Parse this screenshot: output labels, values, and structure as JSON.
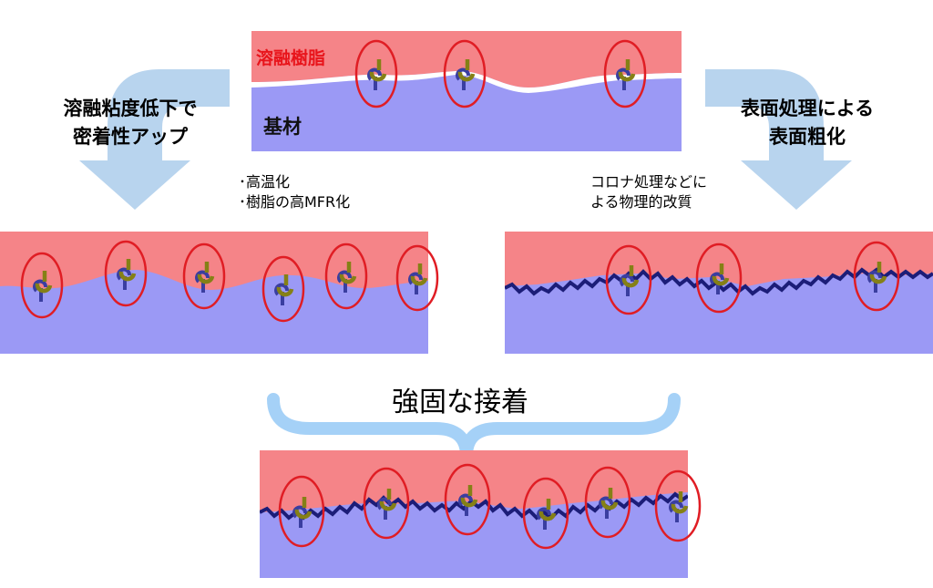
{
  "labels": {
    "resin": "溶融樹脂",
    "substrate": "基材",
    "left_arrow_line1": "溶融粘度低下で",
    "left_arrow_line2": "密着性アップ",
    "right_arrow_line1": "表面処理による",
    "right_arrow_line2": "表面粗化",
    "left_note_line1": "･高温化",
    "left_note_line2": "･樹脂の高MFR化",
    "right_note_line1": "コロナ処理などに",
    "right_note_line2": "よる物理的改質",
    "result": "強固な接着"
  },
  "colors": {
    "resin": "#f58488",
    "substrate": "#9b99f5",
    "arrow": "#b8d4ee",
    "brace": "#a5d1f7",
    "rough_line": "#1c1d78",
    "circle": "#e01d24",
    "hook": "#858016",
    "pin": "#3a3ea0"
  },
  "icons": [
    "curved-arrow-icon",
    "hook-icon",
    "brace-icon"
  ]
}
